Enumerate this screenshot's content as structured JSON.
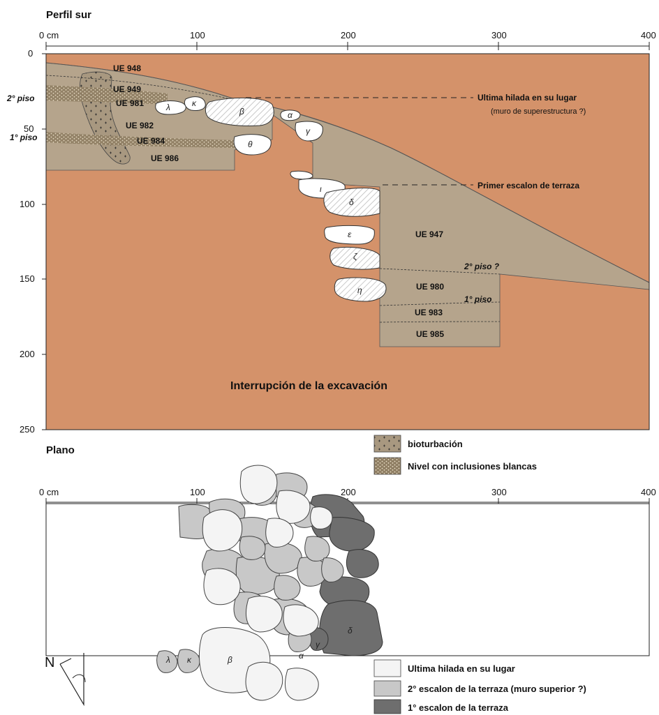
{
  "profile": {
    "title": "Perfil sur",
    "x_ticks": [
      "0 cm",
      "100",
      "200",
      "300",
      "400"
    ],
    "y_ticks": [
      "0",
      "50",
      "100",
      "150",
      "200",
      "250"
    ],
    "units": [
      "UE 948",
      "UE 949",
      "UE 981",
      "UE 982",
      "UE 984",
      "UE 986",
      "UE 947",
      "UE 980",
      "UE 983",
      "UE 985"
    ],
    "stones": [
      "λ",
      "κ",
      "β",
      "α",
      "γ",
      "θ",
      "ι",
      "δ",
      "ε",
      "ζ",
      "η"
    ],
    "floor_labels": {
      "left_upper": "2° piso",
      "left_lower": "1° piso",
      "right_upper": "2° piso ?",
      "right_lower": "1° piso"
    },
    "annotations": {
      "ultima": "Ultima hilada en su lugar",
      "muro": "(muro de superestructura ?)",
      "primer": "Primer escalon de terraza"
    },
    "excavation_note": "Interrupción de la excavación",
    "colors": {
      "natural_soil": "#d4926a",
      "fill_soil": "#b5a48c",
      "stone": "#ffffff"
    }
  },
  "legend_top": {
    "bioturbation": "bioturbación",
    "white_inclusions": "Nivel con inclusiones blancas"
  },
  "plan": {
    "title": "Plano",
    "x_ticks": [
      "0 cm",
      "100",
      "200",
      "300",
      "400"
    ],
    "north": "N",
    "stones": [
      "λ",
      "κ",
      "β",
      "α",
      "γ",
      "δ"
    ],
    "legend": {
      "ultima": "Ultima hilada en su lugar",
      "segundo": "2° escalon de la terraza (muro superior ?)",
      "primero": "1° escalon de la terraza"
    },
    "colors": {
      "ultima": "#f4f4f4",
      "segundo": "#c8c8c8",
      "primero": "#6e6e6e"
    }
  }
}
